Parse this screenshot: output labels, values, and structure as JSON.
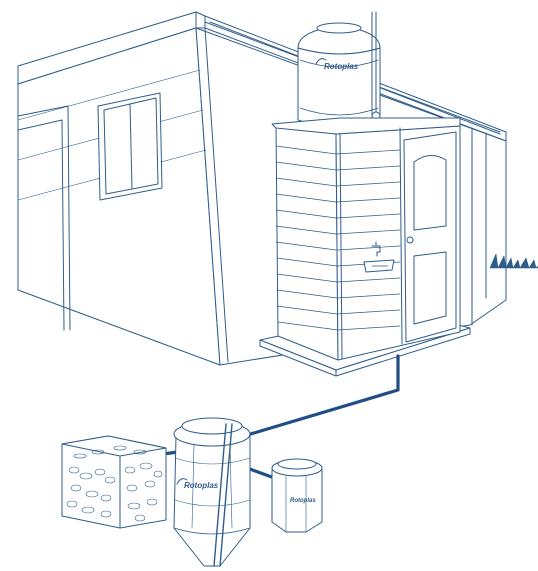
{
  "brand": {
    "tank_label": "Rotoplas",
    "biodigester_label": "Rotoplas",
    "registry_label": "Rotoplas"
  },
  "colors": {
    "line": "#2f5d8a",
    "pipe": "#1f4e86",
    "background": "#ffffff"
  }
}
